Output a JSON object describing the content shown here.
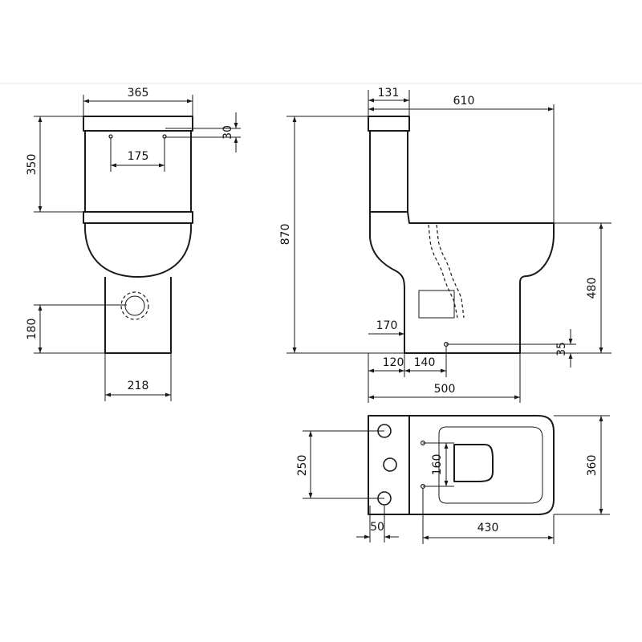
{
  "drawing": {
    "front_view": {
      "overall_width": "365",
      "cistern_height": "350",
      "lid_offset": "30",
      "button_spacing": "175",
      "waste_height": "180",
      "base_width": "218"
    },
    "side_view": {
      "cistern_depth": "131",
      "overall_depth": "610",
      "overall_height": "870",
      "pan_height": "480",
      "inlet_height": "170",
      "fixing_height": "35",
      "dim_120": "120",
      "dim_140": "140",
      "base_length": "500"
    },
    "top_view": {
      "fixing_spacing": "250",
      "pan_width": "360",
      "seat_hole_spacing": "160",
      "hole_offset": "50",
      "pan_length": "430"
    }
  }
}
